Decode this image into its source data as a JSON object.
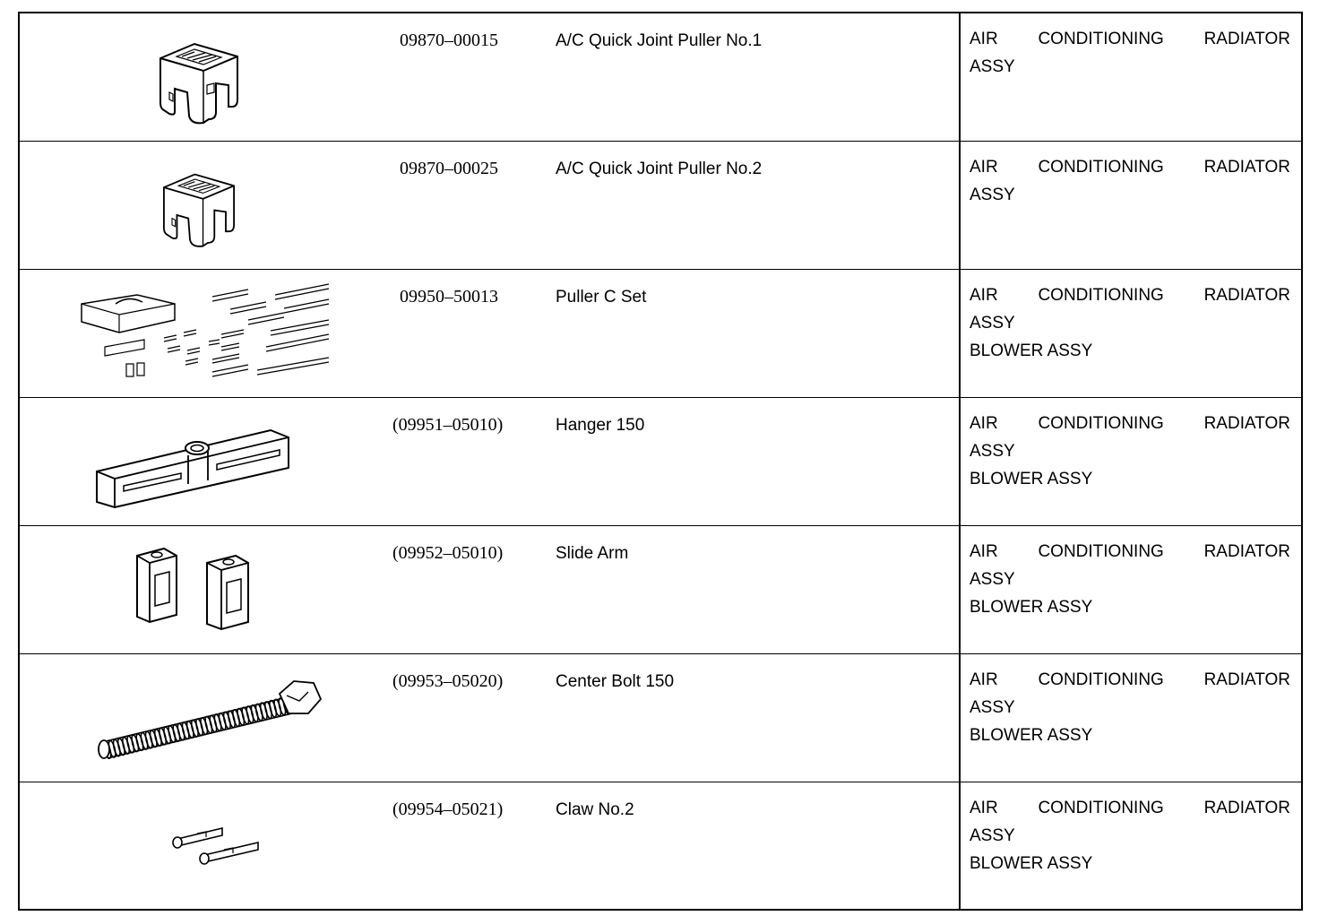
{
  "rows": [
    {
      "part_no": "09870–00015",
      "name": "A/C Quick Joint Puller No.1",
      "use": [
        "AIR",
        "CONDITIONING",
        "RADIATOR",
        "ASSY"
      ],
      "extra": ""
    },
    {
      "part_no": "09870–00025",
      "name": "A/C Quick Joint Puller No.2",
      "use": [
        "AIR",
        "CONDITIONING",
        "RADIATOR",
        "ASSY"
      ],
      "extra": ""
    },
    {
      "part_no": "09950–50013",
      "name": "Puller C Set",
      "use": [
        "AIR",
        "CONDITIONING",
        "RADIATOR",
        "ASSY"
      ],
      "extra": "BLOWER ASSY"
    },
    {
      "part_no": "(09951–05010)",
      "name": "Hanger 150",
      "use": [
        "AIR",
        "CONDITIONING",
        "RADIATOR",
        "ASSY"
      ],
      "extra": "BLOWER ASSY"
    },
    {
      "part_no": "(09952–05010)",
      "name": "Slide Arm",
      "use": [
        "AIR",
        "CONDITIONING",
        "RADIATOR",
        "ASSY"
      ],
      "extra": "BLOWER ASSY"
    },
    {
      "part_no": "(09953–05020)",
      "name": "Center Bolt 150",
      "use": [
        "AIR",
        "CONDITIONING",
        "RADIATOR",
        "ASSY"
      ],
      "extra": "BLOWER ASSY"
    },
    {
      "part_no": "(09954–05021)",
      "name": "Claw No.2",
      "use": [
        "AIR",
        "CONDITIONING",
        "RADIATOR",
        "ASSY"
      ],
      "extra": "BLOWER ASSY"
    }
  ]
}
